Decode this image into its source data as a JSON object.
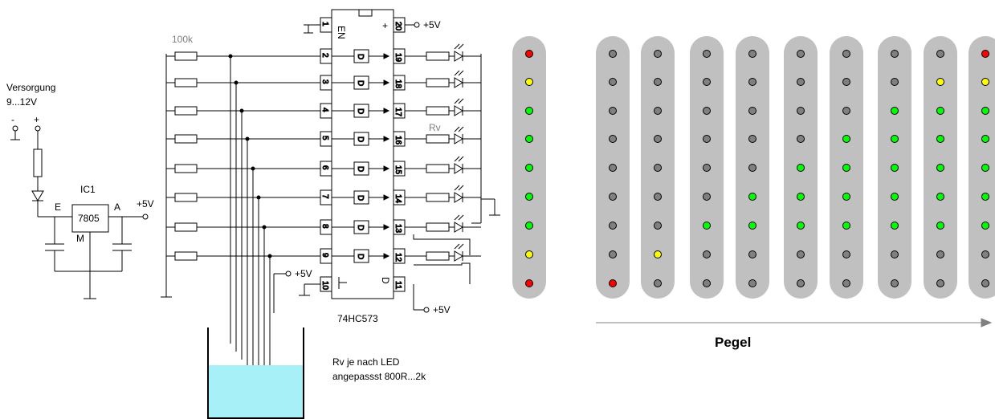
{
  "power": {
    "title": "Versorgung",
    "range": "9...12V",
    "minus": "-",
    "plus": "+"
  },
  "regulator": {
    "name": "IC1",
    "part": "7805",
    "pin_e": "E",
    "pin_a": "A",
    "pin_m": "M",
    "out": "+5V"
  },
  "resistor_label": "100k",
  "rv_label": "Rv",
  "chip": {
    "name": "74HC573",
    "en_label": "EN",
    "plus": "+",
    "d_label": "D",
    "pins_left": [
      "1",
      "2",
      "3",
      "4",
      "5",
      "6",
      "7",
      "8",
      "9",
      "10"
    ],
    "pins_right": [
      "20",
      "19",
      "18",
      "17",
      "16",
      "15",
      "14",
      "13",
      "12",
      "11"
    ]
  },
  "vcc_labels": [
    "+5V",
    "+5V",
    "+5V"
  ],
  "note_lines": [
    "Rv je nach LED",
    "angepassst 800R...2k"
  ],
  "axis_label": "Pegel",
  "colors": {
    "red": "#ff0000",
    "yellow": "#ffff00",
    "green": "#00ff00",
    "off": "#808080",
    "bar": "#c0c0c0",
    "water": "#a8f0f8"
  },
  "led_columns": [
    [
      "red",
      "yellow",
      "green",
      "green",
      "green",
      "green",
      "green",
      "yellow",
      "red"
    ],
    [
      "off",
      "off",
      "off",
      "off",
      "off",
      "off",
      "off",
      "off",
      "red"
    ],
    [
      "off",
      "off",
      "off",
      "off",
      "off",
      "off",
      "off",
      "yellow",
      "off"
    ],
    [
      "off",
      "off",
      "off",
      "off",
      "off",
      "off",
      "green",
      "off",
      "off"
    ],
    [
      "off",
      "off",
      "off",
      "off",
      "off",
      "green",
      "green",
      "off",
      "off"
    ],
    [
      "off",
      "off",
      "off",
      "off",
      "green",
      "green",
      "green",
      "off",
      "off"
    ],
    [
      "off",
      "off",
      "off",
      "green",
      "green",
      "green",
      "green",
      "off",
      "off"
    ],
    [
      "off",
      "off",
      "green",
      "green",
      "green",
      "green",
      "green",
      "off",
      "off"
    ],
    [
      "off",
      "yellow",
      "green",
      "green",
      "green",
      "green",
      "green",
      "off",
      "off"
    ],
    [
      "red",
      "yellow",
      "green",
      "green",
      "green",
      "green",
      "green",
      "off",
      "off"
    ]
  ]
}
